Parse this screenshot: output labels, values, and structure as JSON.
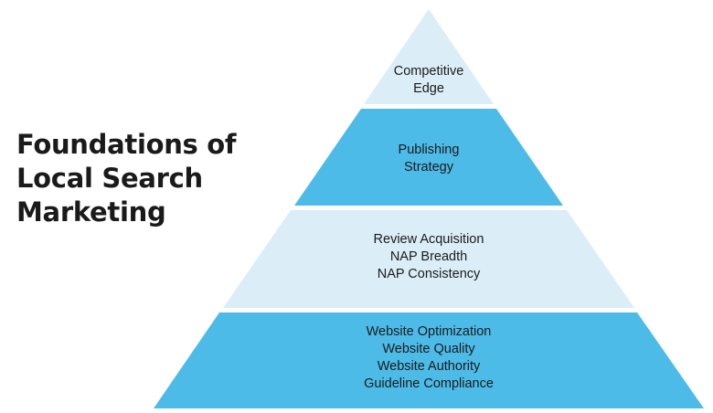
{
  "title": {
    "lines": [
      "Foundations of",
      "Local Search",
      "Marketing"
    ]
  },
  "tiers": [
    {
      "lines": [
        "Competitive",
        "Edge"
      ],
      "color": "#dbeef8"
    },
    {
      "lines": [
        "Publishing",
        "Strategy"
      ],
      "color": "#4dbbe8"
    },
    {
      "lines": [
        "Review Acquisition",
        "NAP Breadth",
        "NAP Consistency"
      ],
      "color": "#dbeef8"
    },
    {
      "lines": [
        "Website Optimization",
        "Website Quality",
        "Website Authority",
        "Guideline Compliance"
      ],
      "color": "#4dbbe8"
    }
  ]
}
